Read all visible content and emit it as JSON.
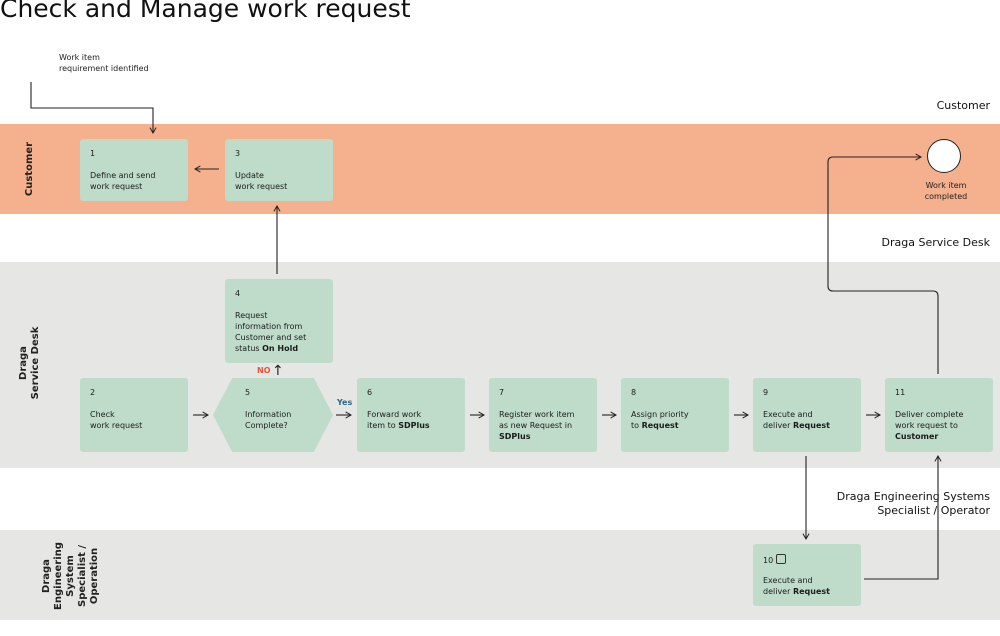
{
  "title": "Check and Manage work request",
  "start_note": "Work item\nrequirement identified",
  "lanes": {
    "customer": {
      "label": "Customer",
      "header": "Customer"
    },
    "service_desk": {
      "label": "Draga\nService Desk",
      "header": "Draga Service Desk"
    },
    "engineering": {
      "label": "Draga\nEngineering\nSystem\nSpecialist /\nOperation",
      "header": "Draga Engineering Systems\nSpecialist / Operator"
    }
  },
  "steps": {
    "s1": {
      "num": "1",
      "text": "Define and send\nwork request"
    },
    "s2": {
      "num": "2",
      "text": "Check\nwork request"
    },
    "s3": {
      "num": "3",
      "text": "Update\nwork request"
    },
    "s4": {
      "num": "4",
      "text_a": "Request\ninformation from\nCustomer and set\nstatus ",
      "text_b": "On Hold"
    },
    "s5": {
      "num": "5",
      "text": "Information\nComplete?"
    },
    "s6": {
      "num": "6",
      "text_a": "Forward work\nitem to ",
      "text_b": "SDPlus"
    },
    "s7": {
      "num": "7",
      "text_a": "Register work item\nas new Request in\n",
      "text_b": "SDPlus"
    },
    "s8": {
      "num": "8",
      "text_a": "Assign priority\nto ",
      "text_b": "Request"
    },
    "s9": {
      "num": "9",
      "text_a": "Execute and\ndeliver ",
      "text_b": "Request"
    },
    "s10": {
      "num": "10",
      "text_a": "Execute and\ndeliver ",
      "text_b": "Request"
    },
    "s11": {
      "num": "11",
      "text_a": "Deliver complete\nwork request to\n",
      "text_b": "Customer"
    }
  },
  "decision": {
    "yes": "Yes",
    "no": "NO"
  },
  "end": {
    "label": "Work item\ncompleted"
  },
  "colors": {
    "customer_lane": "#f5b08e",
    "service_lane": "#e6e6e4",
    "engineering_lane": "#e6e6e4",
    "box": "#bfdccb",
    "yes": "#2d6b8a",
    "no": "#e4573a"
  }
}
